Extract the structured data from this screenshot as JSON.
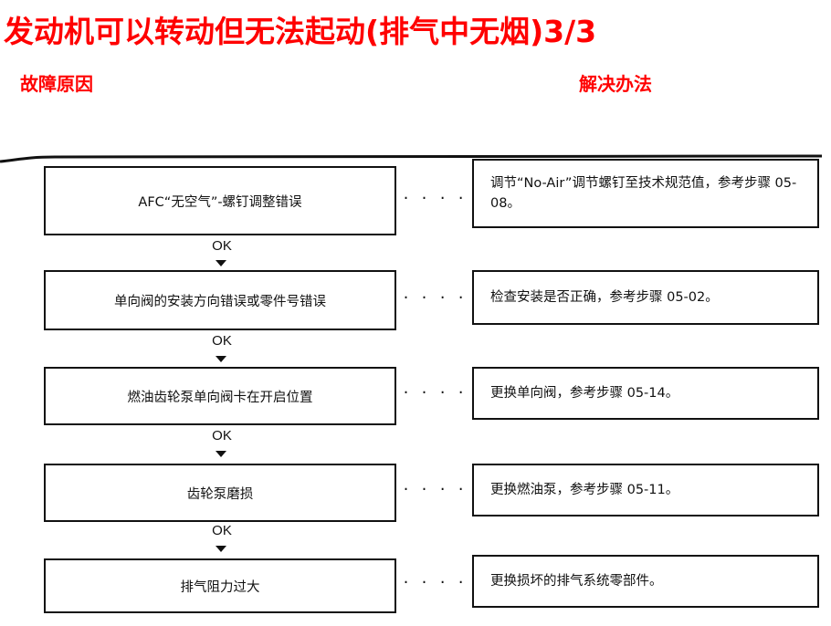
{
  "title": "发动机可以转动但无法起动(排气中无烟)3/3",
  "headers": {
    "left": "故障原因",
    "right": "解决办法"
  },
  "rows": [
    {
      "cause": "AFC“无空气”-螺钉调整错误",
      "leader": "· · · · · · ·",
      "solution": "调节“No-Air”调节螺钉至技术规范值，参考步骤 05-08。",
      "ok": "OK"
    },
    {
      "cause": "单向阀的安装方向错误或零件号错误",
      "leader": "· · · · · · ·",
      "solution": "检查安装是否正确，参考步骤 05-02。",
      "ok": "OK"
    },
    {
      "cause": "燃油齿轮泵单向阀卡在开启位置",
      "leader": "· · · · · · ·",
      "solution": "更换单向阀，参考步骤 05-14。",
      "ok": "OK"
    },
    {
      "cause": "齿轮泵磨损",
      "leader": "· · · · · · ·",
      "solution": "更换燃油泵，参考步骤 05-11。",
      "ok": "OK"
    },
    {
      "cause": "排气阻力过大",
      "leader": "· · · · · · ·",
      "solution": "更换损坏的排气系统零部件。"
    }
  ],
  "colors": {
    "title": "#ff0000",
    "heading": "#ff0000",
    "line": "#111111"
  }
}
